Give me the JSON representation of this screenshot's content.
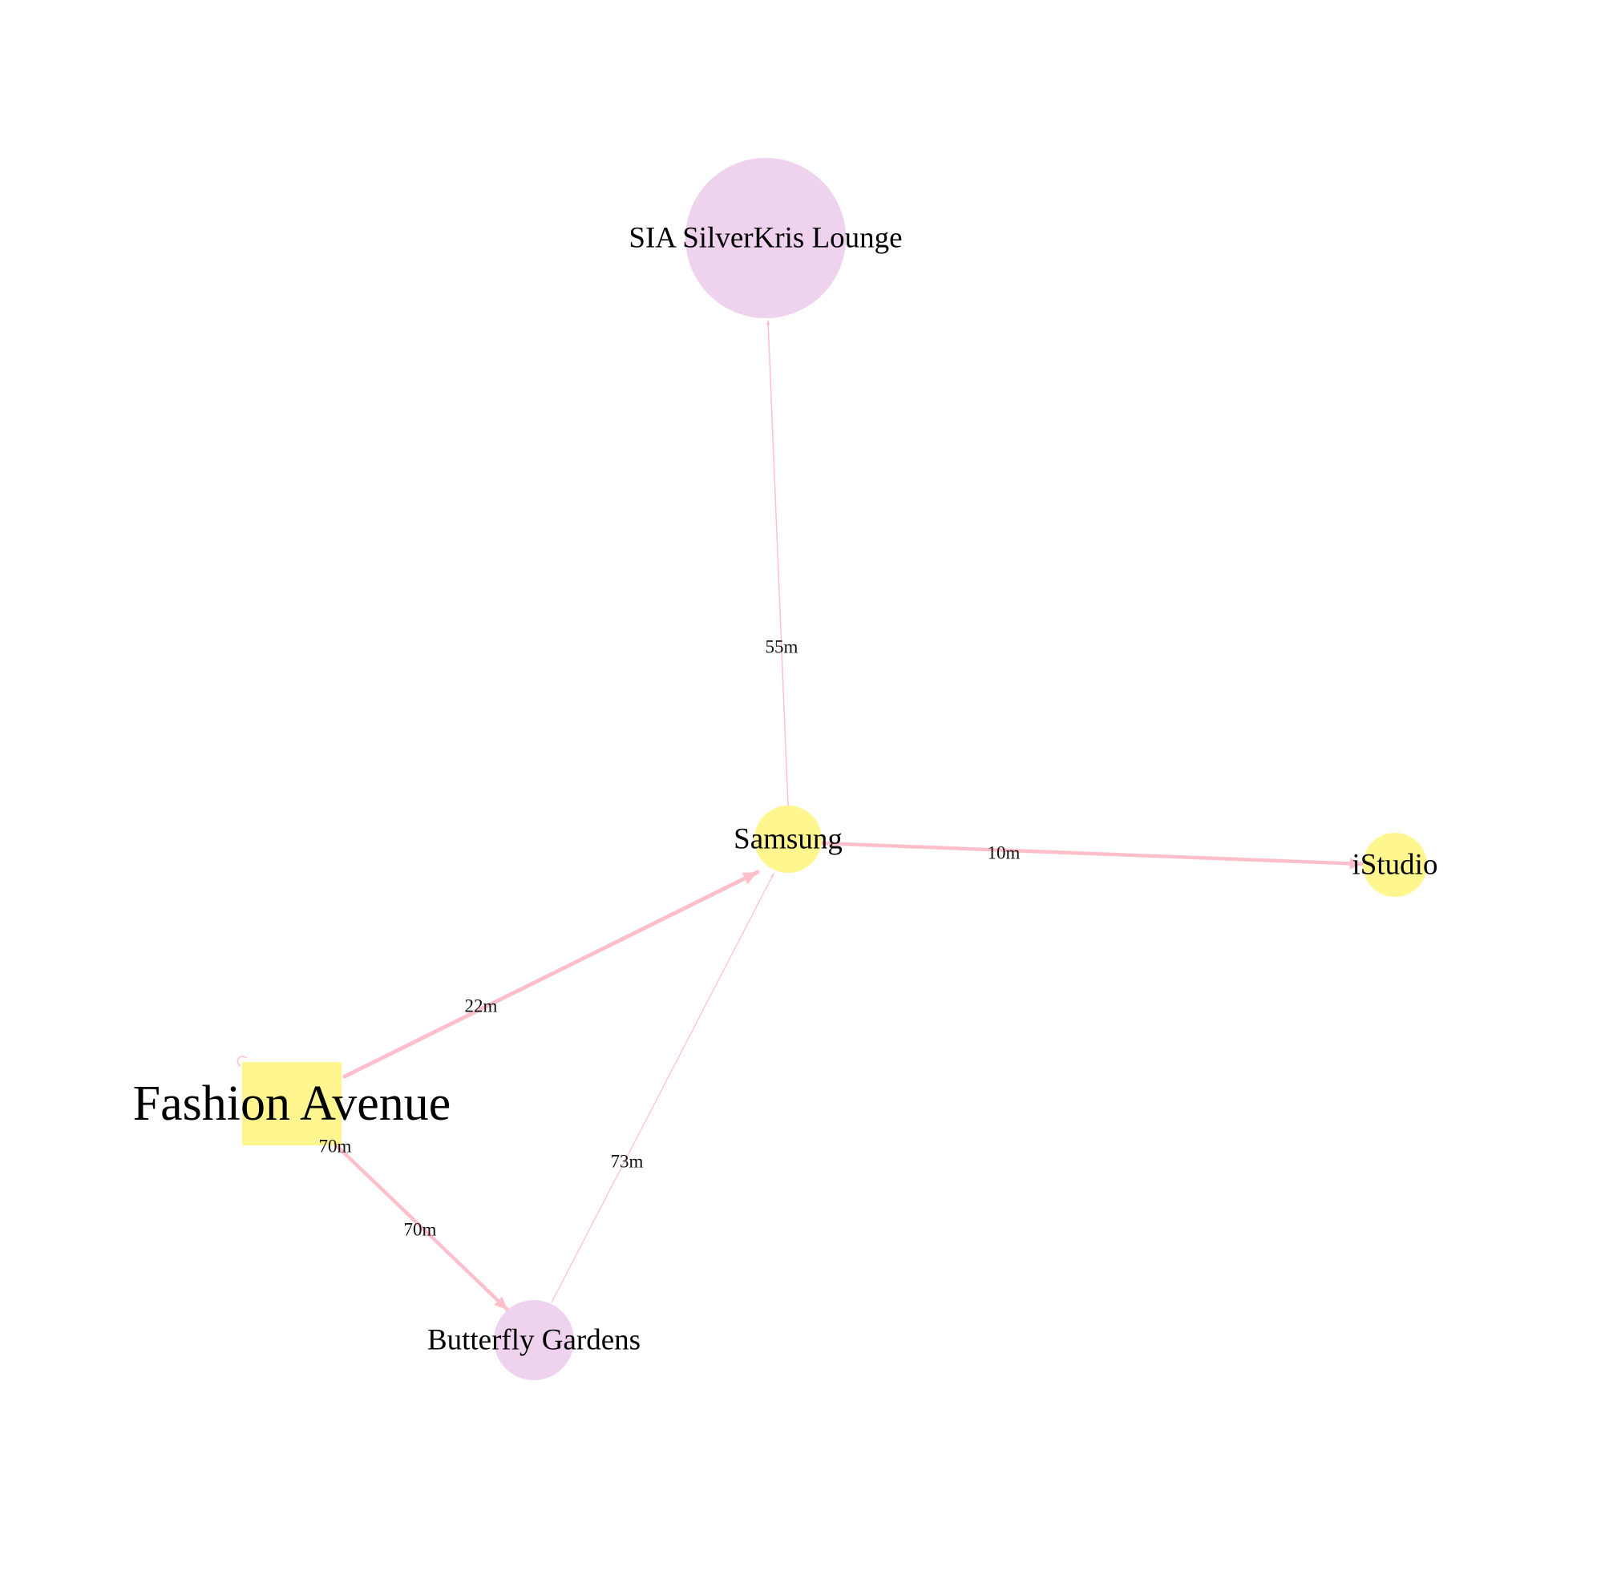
{
  "colors": {
    "background": "#ffffff",
    "edge": "#ffc0cb",
    "node_yellow": "#fff68f",
    "node_lavender": "#eed2ee",
    "label": "#000000"
  },
  "nodes": [
    {
      "id": "fashion-avenue",
      "label": "Fashion Avenue",
      "shape": "square",
      "color": "#fff68f"
    },
    {
      "id": "samsung",
      "label": "Samsung",
      "shape": "circle",
      "color": "#fff68f"
    },
    {
      "id": "istudio",
      "label": "iStudio",
      "shape": "circle",
      "color": "#fff68f"
    },
    {
      "id": "sia-silverkris-lounge",
      "label": "SIA SilverKris Lounge",
      "shape": "circle",
      "color": "#eed2ee"
    },
    {
      "id": "butterfly-gardens",
      "label": "Butterfly Gardens",
      "shape": "circle",
      "color": "#eed2ee"
    }
  ],
  "edges": [
    {
      "source": "fashion-avenue",
      "target": "samsung",
      "label": "22m"
    },
    {
      "source": "samsung",
      "target": "istudio",
      "label": "10m"
    },
    {
      "source": "samsung",
      "target": "sia-silverkris-lounge",
      "label": "55m"
    },
    {
      "source": "fashion-avenue",
      "target": "butterfly-gardens",
      "label": "70m"
    },
    {
      "source": "butterfly-gardens",
      "target": "samsung",
      "label": "73m"
    },
    {
      "source": "fashion-avenue",
      "target": "fashion-avenue",
      "label": "70m"
    }
  ]
}
